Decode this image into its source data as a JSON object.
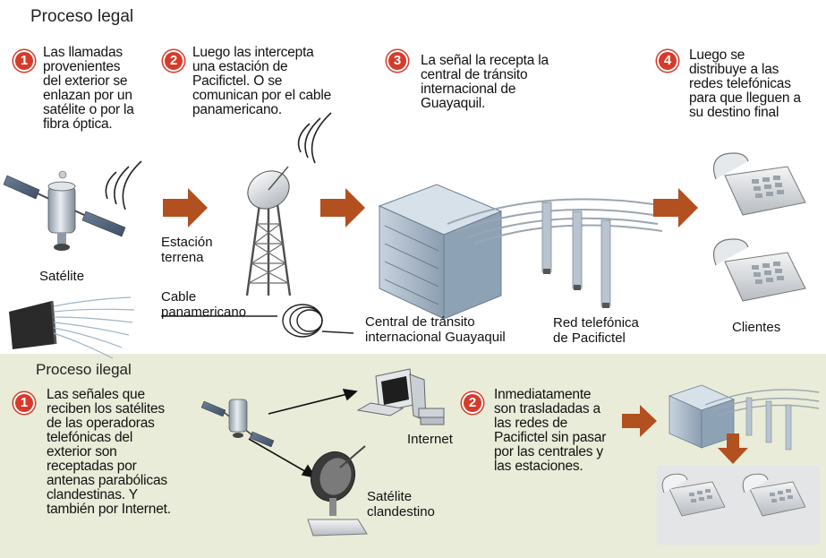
{
  "legal": {
    "title": "Proceso legal",
    "steps": [
      {
        "num": "1",
        "text": "Las llamadas\nprovenientes\ndel exterior se\nenlazan por un\nsatélite o por la\nfibra óptica."
      },
      {
        "num": "2",
        "text": "Luego las intercepta\nuna estación de\nPacifictel. O se\ncomunican por el cable\npanamericano."
      },
      {
        "num": "3",
        "text": "La señal la recepta la\ncentral de tránsito\ninternacional de\nGuayaquil."
      },
      {
        "num": "4",
        "text": "Luego se\ndistribuye a las\nredes telefónicas\npara que lleguen a\nsu destino final"
      }
    ],
    "labels": {
      "satelite": "Satélite",
      "estacion": "Estación\nterrena",
      "cable": "Cable\npanamericano",
      "central": "Central de tránsito\ninternacional Guayaquil",
      "red": "Red telefónica\nde Pacifictel",
      "clientes": "Clientes"
    }
  },
  "ilegal": {
    "title": "Proceso ilegal",
    "steps": [
      {
        "num": "1",
        "text": "Las señales que\nreciben los satélites\nde las operadoras\ntelefónicas del\nexterior son\nreceptadas por\nantenas parabólicas\nclandestinas. Y\ntambién por Internet."
      },
      {
        "num": "2",
        "text": "Inmediatamente\nson trasladadas a\nlas redes de\nPacifictel sin pasar\npor las centrales y\nlas estaciones."
      }
    ],
    "labels": {
      "internet": "Internet",
      "satelite_clandestino": "Satélite\nclandestino"
    }
  },
  "colors": {
    "arrow": "#b3501f",
    "badge": "#d63b2a",
    "illegal_bg": "#e9ecd8"
  }
}
